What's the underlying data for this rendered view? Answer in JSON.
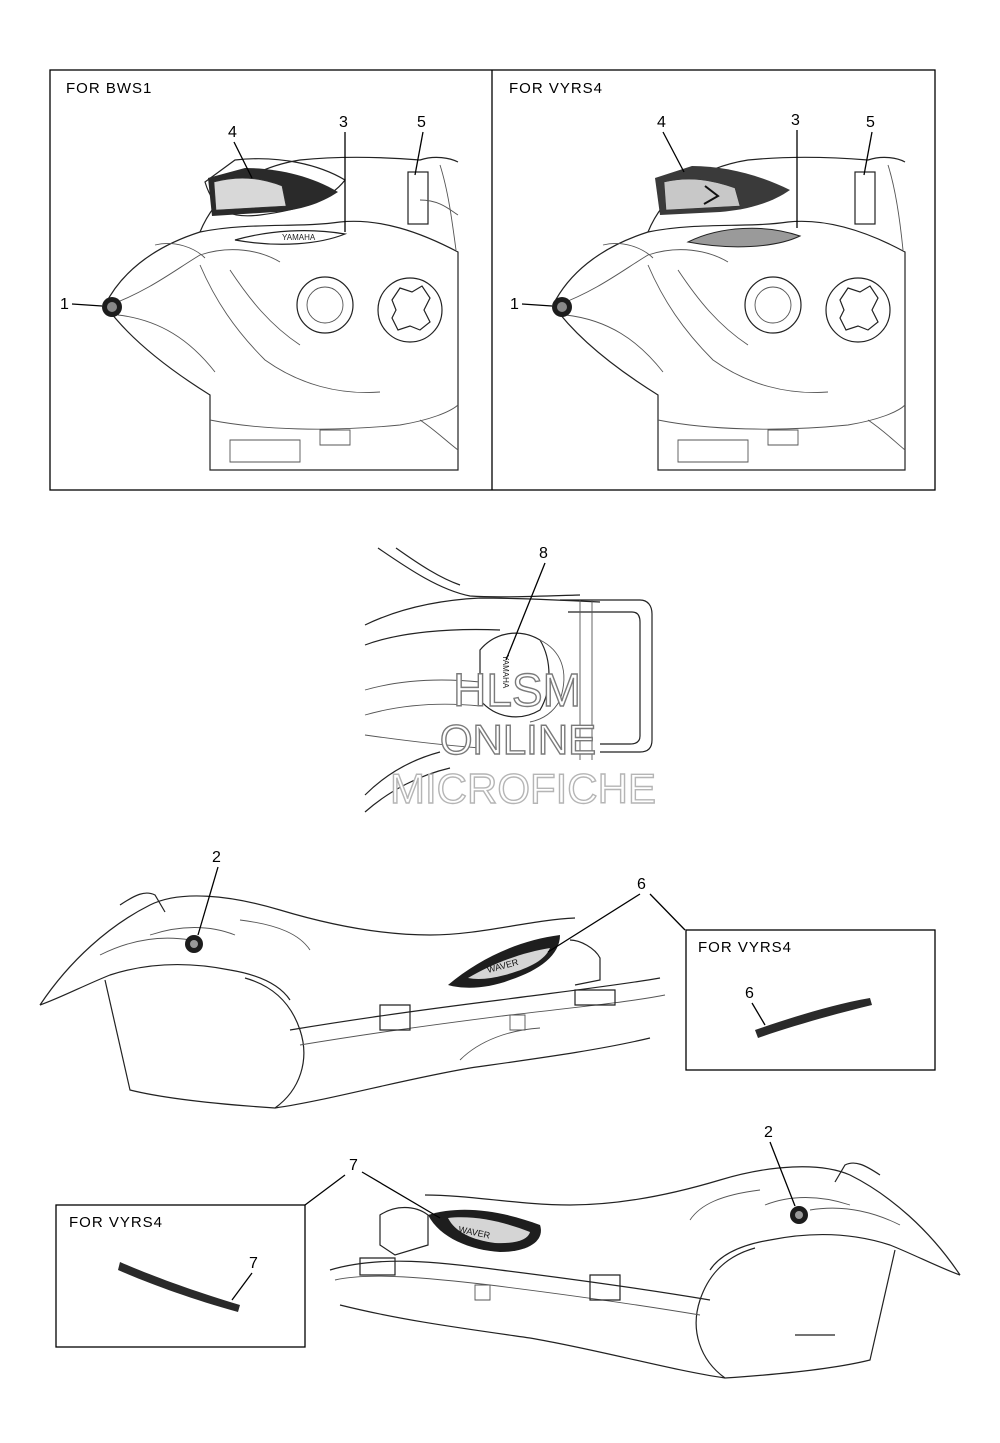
{
  "panels": {
    "top_left": {
      "label": "FOR BWS1"
    },
    "top_right": {
      "label": "FOR VYRS4"
    },
    "inset_right": {
      "label": "FOR VYRS4"
    },
    "inset_left": {
      "label": "FOR VYRS4"
    }
  },
  "callouts": {
    "tl_1": "1",
    "tl_3": "3",
    "tl_4": "4",
    "tl_5": "5",
    "tr_1": "1",
    "tr_3": "3",
    "tr_4": "4",
    "tr_5": "5",
    "mid_8": "8",
    "side1_2": "2",
    "side1_6": "6",
    "inset1_6": "6",
    "side2_2": "2",
    "side2_7": "7",
    "inset2_7": "7"
  },
  "watermark": {
    "line1": "HLSM",
    "line2": "ONLINE",
    "line3": "MICROFICHE"
  },
  "decal_text": {
    "top_logo": "YAMAHA",
    "side_logo": "WAVER"
  }
}
